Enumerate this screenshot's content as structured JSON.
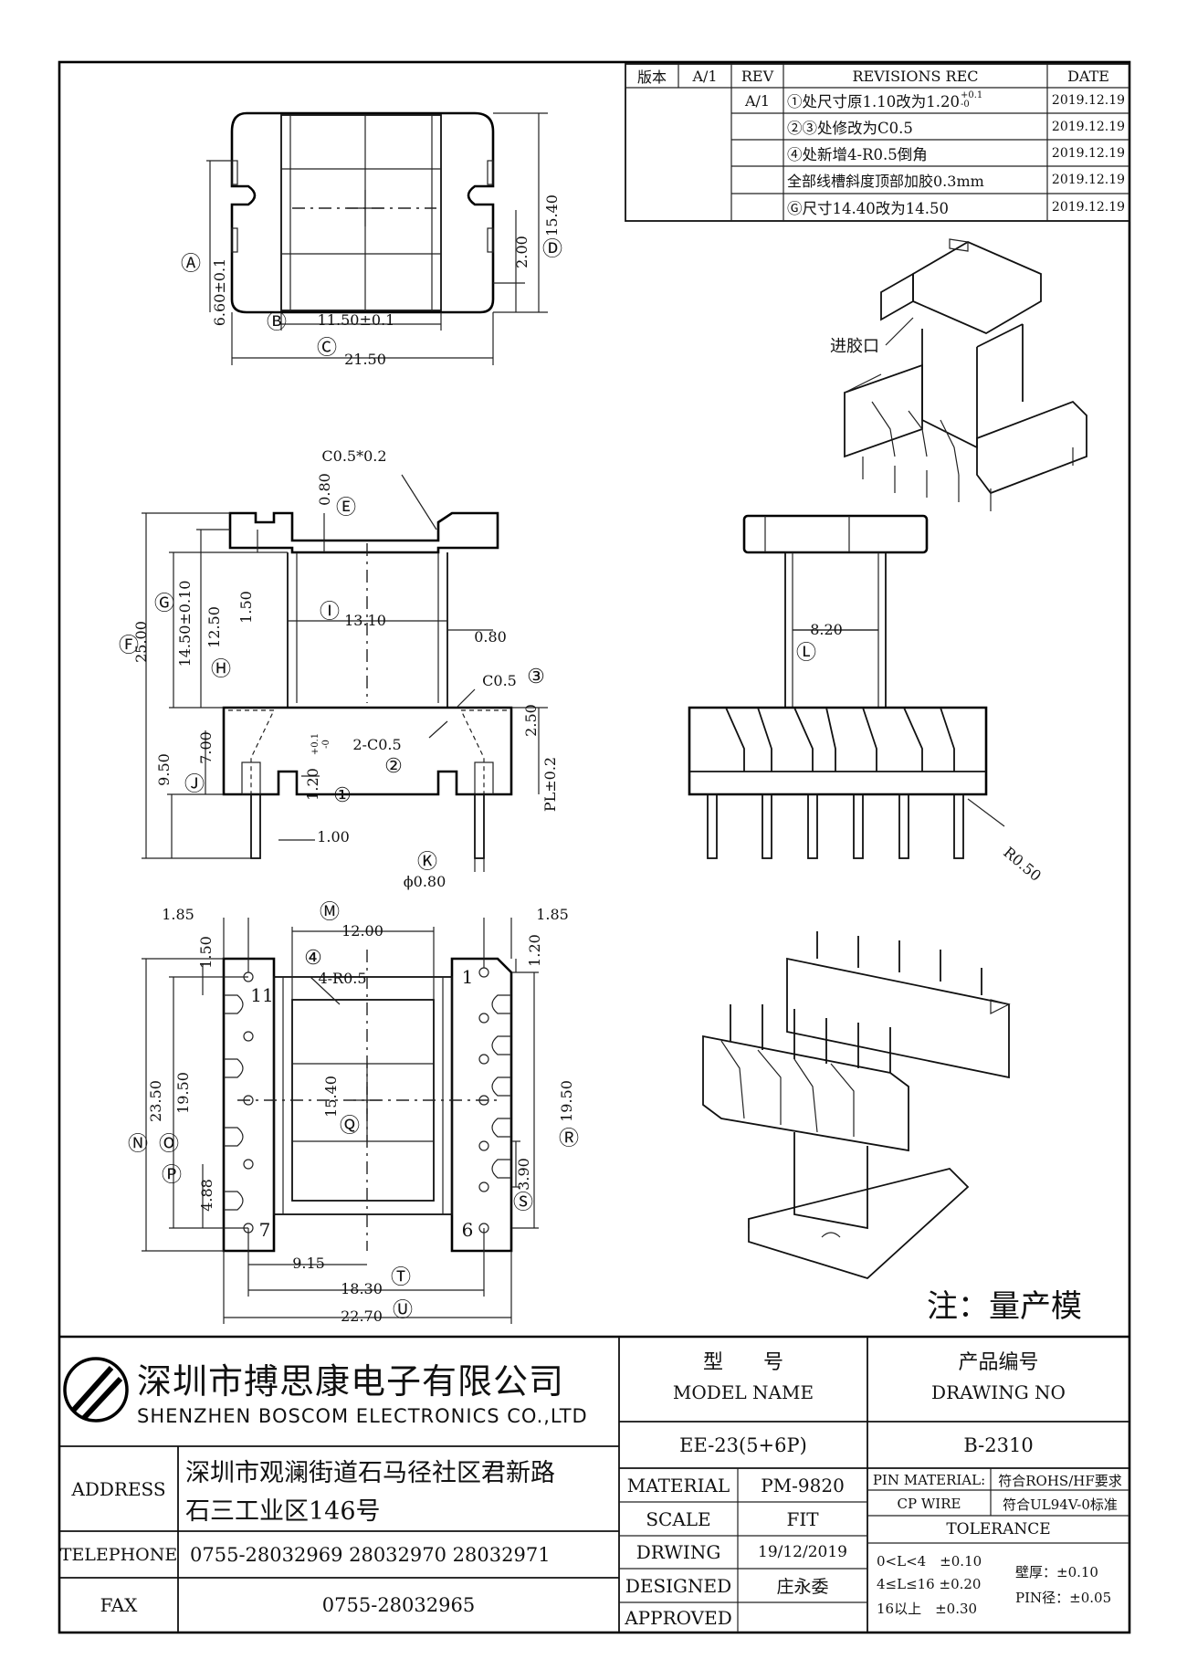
{
  "revision_table": {
    "header": {
      "version_label": "版本",
      "version_value": "A/1",
      "rev": "REV",
      "revisions_rec": "REVISIONS REC",
      "date": "DATE"
    },
    "rev_value": "A/1",
    "rows": [
      {
        "text": "①处尺寸原1.10改为1.20",
        "date": "2019.12.19"
      },
      {
        "text": "②③处修改为C0.5",
        "date": "2019.12.19"
      },
      {
        "text": "④处新增4-R0.5倒角",
        "date": "2019.12.19"
      },
      {
        "text": "全部线槽斜度顶部加胶0.3mm",
        "date": "2019.12.19"
      },
      {
        "text": "Ⓖ尺寸14.40改为14.50",
        "date": "2019.12.19"
      }
    ],
    "row1_tol_upper": "+0.1",
    "row1_tol_lower": "-0"
  },
  "drawing_labels": {
    "top_view": {
      "d_6_60": "6.60±0.1",
      "d_11_50": "11.50±0.1",
      "d_21_50": "21.50",
      "d_2_00": "2.00",
      "d_15_40": "15.40",
      "tag_a": "Ⓐ",
      "tag_b": "Ⓑ",
      "tag_c": "Ⓒ",
      "tag_d": "Ⓓ"
    },
    "front_view": {
      "c05_02": "C0.5*0.2",
      "d_0_80_top": "0.80",
      "tag_e": "Ⓔ",
      "tag_f": "Ⓕ",
      "tag_g": "Ⓖ",
      "tag_h": "Ⓗ",
      "tag_i": "Ⓘ",
      "tag_j": "Ⓙ",
      "tag_k": "Ⓚ",
      "d_25_00": "25.00",
      "d_14_50": "14.50±0.10",
      "d_12_50": "12.50",
      "d_1_50": "1.50",
      "d_13_10": "13.10",
      "d_0_80_side": "0.80",
      "c05_3": "C0.5",
      "c_3": "③",
      "d_2_50": "2.50",
      "c2_05": "2-C0.5",
      "c_2": "②",
      "pl": "PL±0.2",
      "d_9_50": "9.50",
      "d_7_00": "7.00",
      "d_1_20": "1.20",
      "tol_u": "+0.1",
      "tol_l": "-0",
      "c_1": "①",
      "d_1_00": "1.00",
      "d_phi": "ϕ0.80"
    },
    "side_view": {
      "d_8_20": "8.20",
      "tag_l": "Ⓛ",
      "r050": "R0.50"
    },
    "bottom_view": {
      "d_1_85_l": "1.85",
      "d_1_85_r": "1.85",
      "tag_m": "Ⓜ",
      "d_12_00": "12.00",
      "c_4": "④",
      "r4": "4-R0.5",
      "d_1_50": "1.50",
      "d_1_20": "1.20",
      "pin_11": "11",
      "pin_1": "1",
      "pin_7": "7",
      "pin_6": "6",
      "d_23_50": "23.50",
      "tag_n": "Ⓝ",
      "d_19_50_l": "19.50",
      "tag_o": "Ⓞ",
      "d_15_40": "15.40",
      "tag_q": "Ⓠ",
      "d_19_50_r": "19.50",
      "tag_r": "Ⓡ",
      "tag_p": "Ⓟ",
      "d_4_88": "4.88",
      "d_3_90": "3.90",
      "tag_s": "Ⓢ",
      "d_9_15": "9.15",
      "d_18_30": "18.30",
      "tag_t": "Ⓣ",
      "d_22_70": "22.70",
      "tag_u": "Ⓤ"
    },
    "iso": {
      "gate": "进胶口"
    },
    "note": "注：量产模"
  },
  "title_block": {
    "company_cn": "深圳市搏思康电子有限公司",
    "company_en": "SHENZHEN BOSCOM ELECTRONICS CO.,LTD",
    "model_cn": "型　　号",
    "model_en": "MODEL NAME",
    "model_value": "EE-23(5+6P)",
    "drawing_cn": "产品编号",
    "drawing_en": "DRAWING NO",
    "drawing_value": "B-2310",
    "address_label": "ADDRESS",
    "address_line1": "深圳市观澜街道石马径社区君新路",
    "address_line2": "石三工业区146号",
    "telephone_label": "TELEPHONE",
    "telephone_value": "0755-28032969 28032970 28032971",
    "fax_label": "FAX",
    "fax_value": "0755-28032965",
    "material_label": "MATERIAL",
    "material_value": "PM-9820",
    "scale_label": "SCALE",
    "scale_value": "FIT",
    "drwing_label": "DRWING",
    "drwing_value": "19/12/2019",
    "designed_label": "DESIGNED",
    "designed_value": "庄永委",
    "approved_label": "APPROVED",
    "approved_value": "",
    "pin_material_label": "PIN MATERIAL:",
    "pin_material_value": "符合ROHS/HF要求",
    "cp_wire_label": "CP WIRE",
    "cp_wire_value": "符合UL94V-0标准",
    "tolerance_label": "TOLERANCE",
    "tol_1": "0<L<4　±0.10",
    "tol_2": "4≤L≤16 ±0.20",
    "tol_3": "16以上　±0.30",
    "tol_wall": "壁厚：±0.10",
    "tol_pin": "PIN径：±0.05"
  }
}
